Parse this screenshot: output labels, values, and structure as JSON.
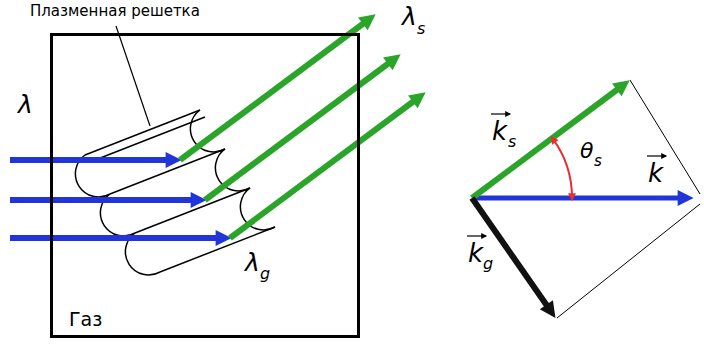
{
  "diagram": {
    "nodes": [
      {
        "text": [
          "Газ"
        ]
      }
    ],
    "labels": [
      "Плазменная решетка",
      "λ",
      "λ",
      "s",
      "λ",
      "g",
      "k",
      "s",
      "θ",
      "s",
      "k",
      "k",
      "g"
    ]
  }
}
